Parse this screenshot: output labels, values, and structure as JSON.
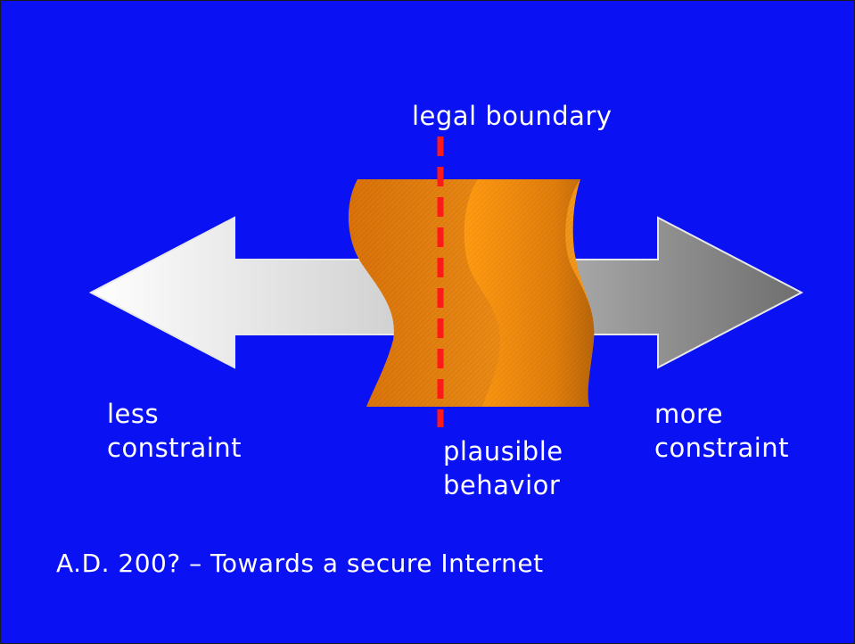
{
  "labels": {
    "legal_boundary": "legal boundary",
    "less_constraint": [
      "less",
      "constraint"
    ],
    "more_constraint": [
      "more",
      "constraint"
    ],
    "plausible_behavior": [
      "plausible",
      "behavior"
    ],
    "caption": "A.D. 200? – Towards a secure Internet"
  },
  "colors": {
    "background": "#0a12f4",
    "text": "#ffffff",
    "boundary_line": "#ff1a1a",
    "band_fill": "#f08a0c",
    "arrow_light": "#ffffff",
    "arrow_dark": "#7a7a7a"
  }
}
